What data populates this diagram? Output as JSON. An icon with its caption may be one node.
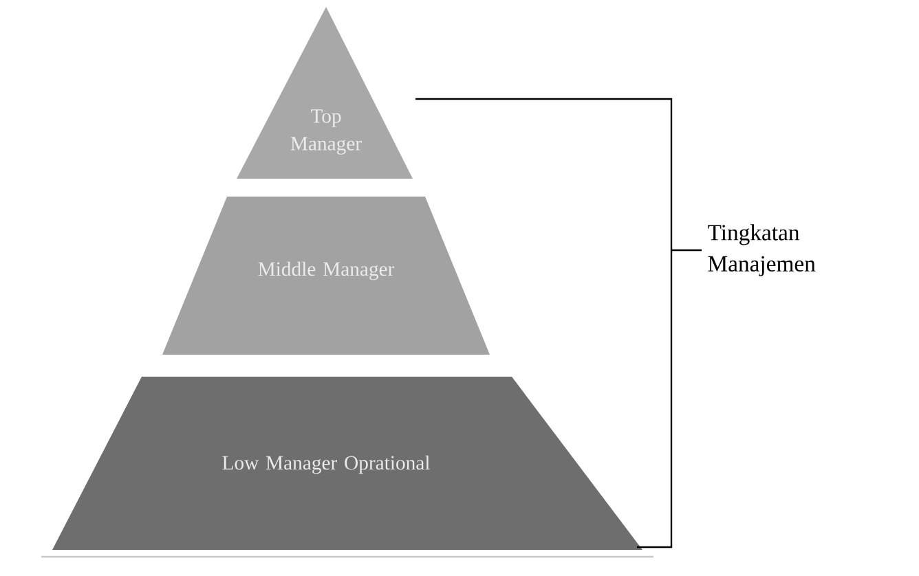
{
  "diagram": {
    "nodes": [
      {
        "text": [
          "Top Manager"
        ]
      },
      {
        "text": [
          "Middle Manager"
        ]
      },
      {
        "text": [
          "Low Manager Oprational"
        ]
      }
    ],
    "labels": [
      "Tingkatan Manajemen"
    ]
  }
}
